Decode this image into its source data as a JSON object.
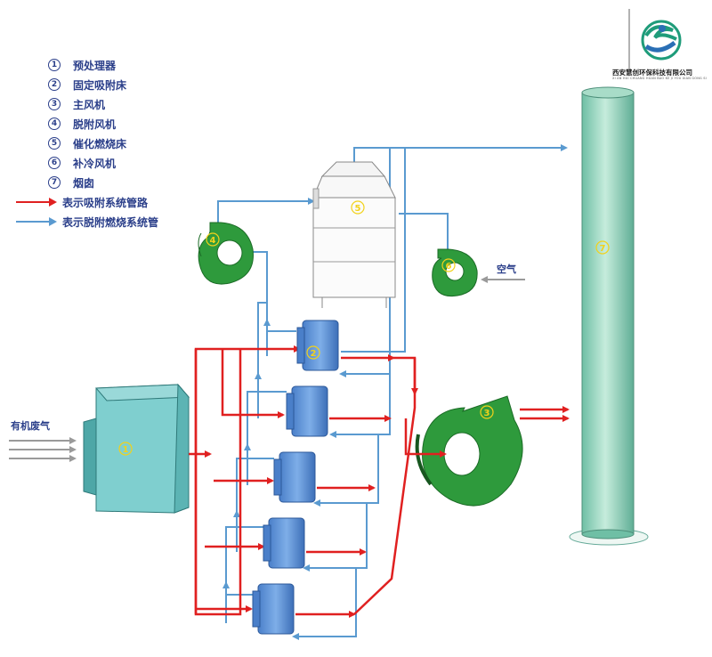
{
  "legend": {
    "items": [
      {
        "num": "1",
        "label": "预处理器"
      },
      {
        "num": "2",
        "label": "固定吸附床"
      },
      {
        "num": "3",
        "label": "主风机"
      },
      {
        "num": "4",
        "label": "脱附风机"
      },
      {
        "num": "5",
        "label": "催化燃烧床"
      },
      {
        "num": "6",
        "label": "补冷风机"
      },
      {
        "num": "7",
        "label": "烟囱"
      }
    ],
    "lines": [
      {
        "label": "表示吸附系统管路",
        "color": "#e02020"
      },
      {
        "label": "表示脱附燃烧系统管",
        "color": "#5a9ad0"
      }
    ]
  },
  "labels": {
    "inlet": "有机废气",
    "air": "空气"
  },
  "company": {
    "name": "西安慧创环保科技有限公司",
    "name_en": "XI AN HUI CHUANG HUAN BAO KE JI YOU XIAN GONG SI"
  },
  "component_numbers": {
    "pretreatment": "1",
    "adsorption_bed": "2",
    "main_fan": "3",
    "desorption_fan": "4",
    "catalytic_bed": "5",
    "cooling_fan": "6",
    "chimney": "7"
  },
  "colors": {
    "adsorption_line": "#e02020",
    "desorption_line": "#5a9ad0",
    "fan_green": "#2e9a3c",
    "bed_blue": "#5b8fd6",
    "pretreatment": "#6fc4c4",
    "chimney": "#8fd0b8",
    "number_yellow": "#f2d21a"
  }
}
